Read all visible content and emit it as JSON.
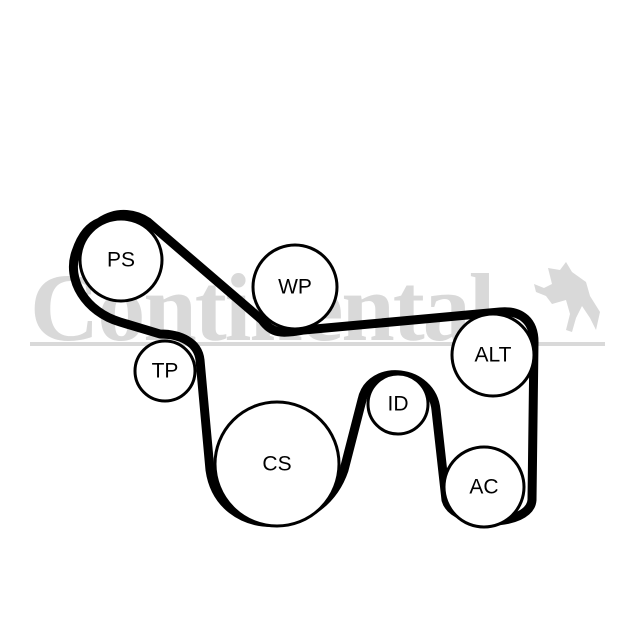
{
  "watermark": {
    "text": "Continental",
    "icon": "horse-icon",
    "color": "#d9d9d9"
  },
  "pulleys": {
    "ps": "PS",
    "wp": "WP",
    "tp": "TP",
    "cs": "CS",
    "id": "ID",
    "alt": "ALT",
    "ac": "AC"
  },
  "colors": {
    "belt": "#000000",
    "pulley_stroke": "#000000",
    "background": "#ffffff"
  }
}
